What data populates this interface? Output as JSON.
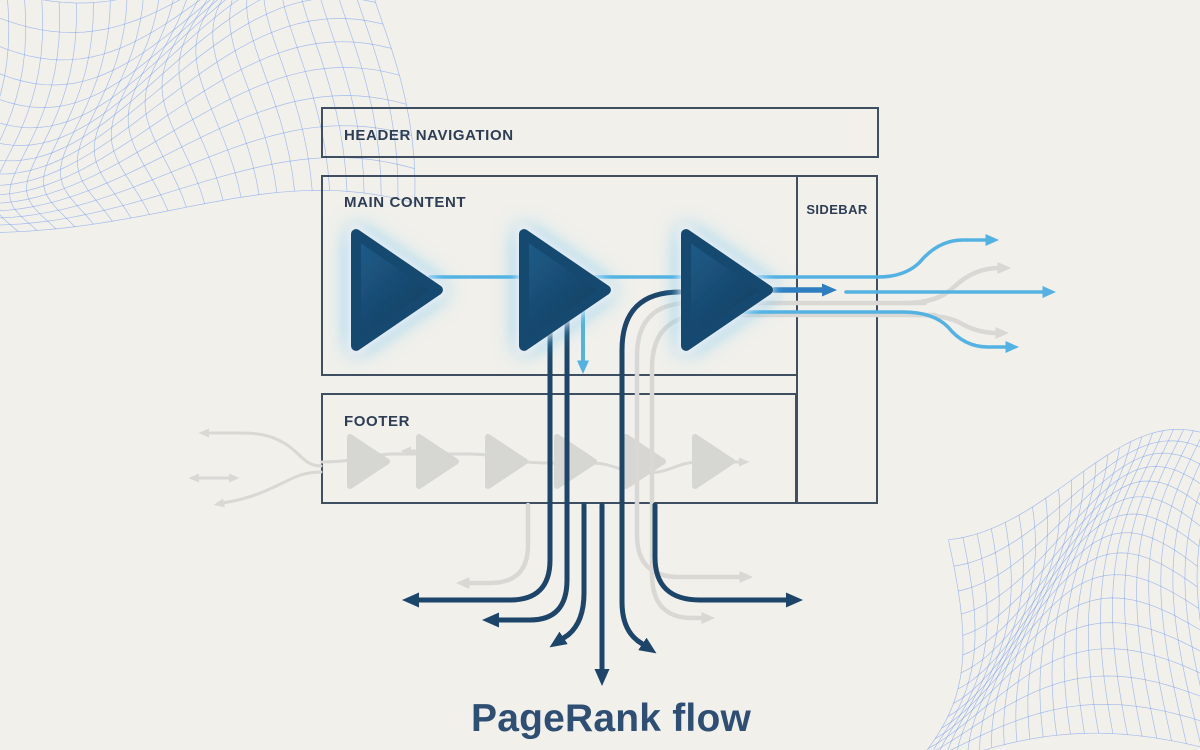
{
  "page": {
    "title": "PageRank flow"
  },
  "wireframe": {
    "header_label": "HEADER NAVIGATION",
    "main_label": "MAIN CONTENT",
    "sidebar_label": "SIDEBAR",
    "footer_label": "FOOTER"
  },
  "nodes": {
    "main_node_icon": "play-triangle-icon",
    "main_node_count": 3,
    "footer_node_icon": "play-triangle-icon",
    "footer_node_count": 6
  },
  "colors": {
    "background": "#f2f0eb",
    "box_border": "#3f4e61",
    "label_text": "#2d3e54",
    "title_text": "#2e4f73",
    "node_glow": "#45bdf0",
    "flow_dark": "#1c4569",
    "flow_cyan": "#54b2e2",
    "flow_blue": "#2e7ec0",
    "flow_gray": "#d9d8d4",
    "footer_node": "#d6d6d2",
    "mesh_blue": "#5b8cf0"
  }
}
